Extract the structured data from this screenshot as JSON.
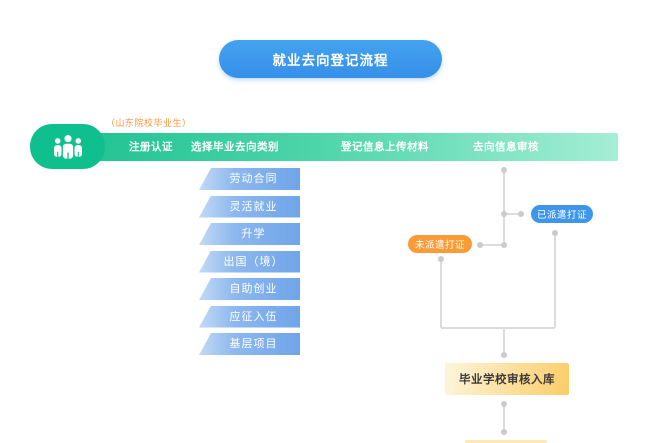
{
  "header": {
    "title": "就业去向登记流程"
  },
  "process_bar": {
    "note": "（山东院校毕业生）",
    "icon": "group-people-icon",
    "steps": [
      "注册认证",
      "选择毕业去向类别",
      "登记信息上传材料",
      "去向信息审核"
    ]
  },
  "destination_types": [
    "劳动合同",
    "灵活就业",
    "升学",
    "出国（境）",
    "自助创业",
    "应征入伍",
    "基层项目"
  ],
  "review_flow": {
    "not_dispatched_label": "未派遣打证",
    "dispatched_label": "已派遣打证",
    "school_review_label": "毕业学校审核入库"
  },
  "colors": {
    "title_blue": "#3b9bed",
    "bar_green_start": "#1ec292",
    "bar_green_end": "#a5eed6",
    "capsule_green": "#10bf8e",
    "button_blue": "#6fa5e9",
    "pill_orange": "#f99c38",
    "pill_blue": "#3e96ec",
    "box_yellow": "#fbcd67",
    "connector_gray": "#dcdcdc",
    "note_orange": "#f9963b"
  }
}
